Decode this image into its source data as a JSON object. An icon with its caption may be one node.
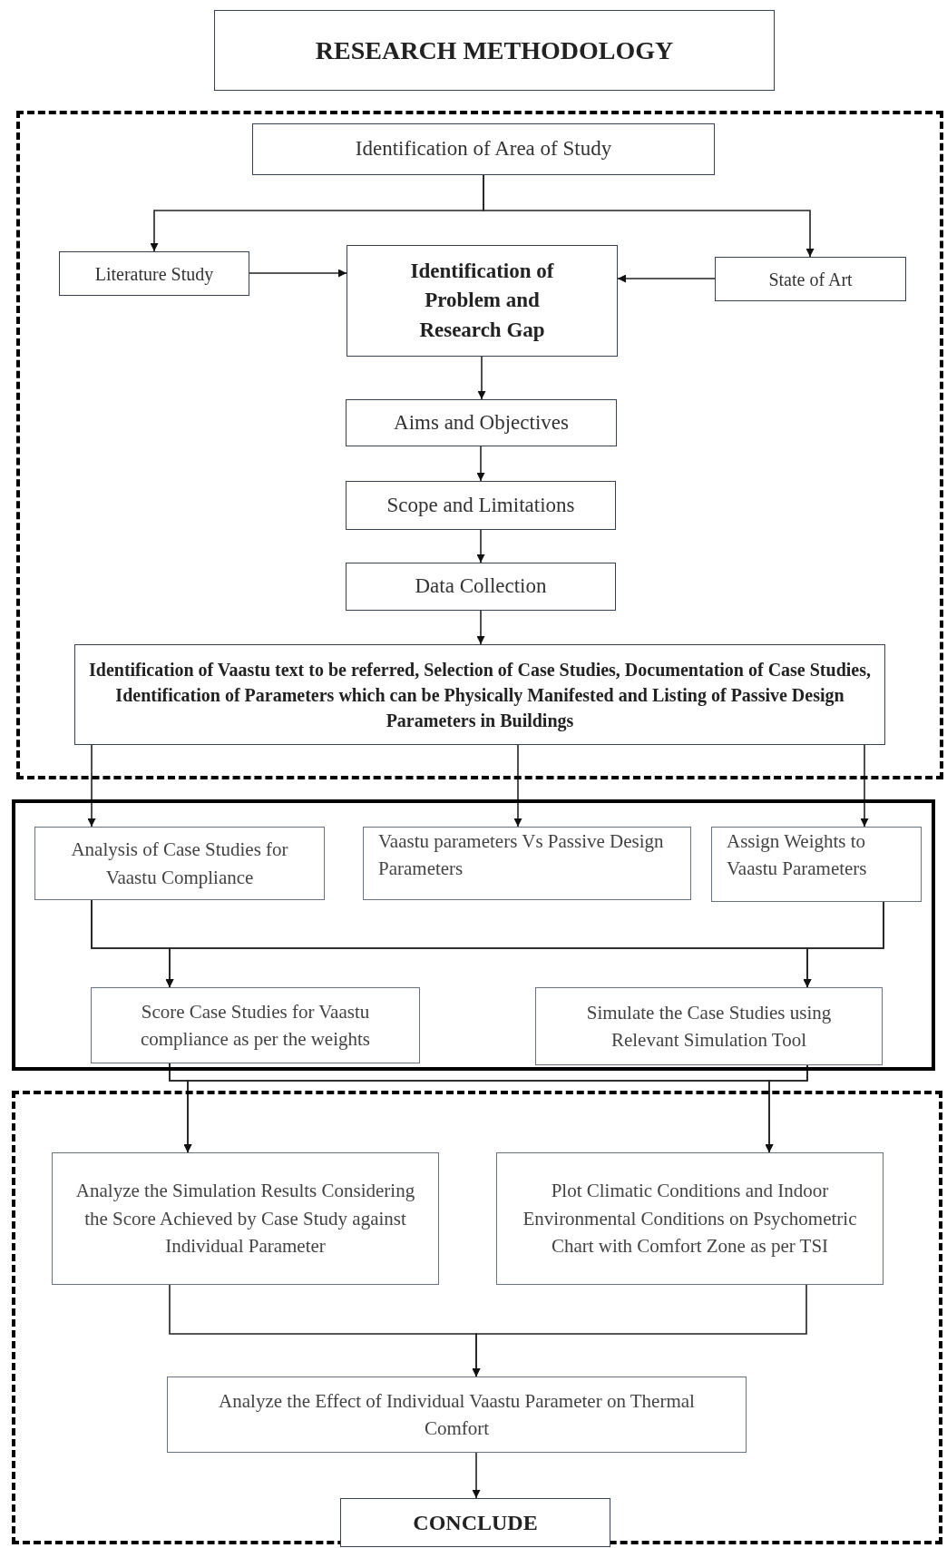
{
  "diagram": {
    "nodes": [
      {
        "text": [
          "RESEARCH METHODOLOGY"
        ]
      },
      {
        "text": [],
        "shape": "box"
      },
      {
        "text": [
          "Identification of Area of Study"
        ],
        "in": 1
      },
      {
        "text": [
          "Literature Study"
        ],
        "in": 1
      },
      {
        "text": [
          "Identification of Problem and Research Gap"
        ],
        "in": 1
      },
      {
        "text": [
          "State of Art"
        ],
        "in": 1
      },
      {
        "text": [
          "Aims and Objectives"
        ],
        "in": 1
      },
      {
        "text": [
          "Scope and Limitations"
        ],
        "in": 1
      },
      {
        "text": [
          "Data Collection"
        ],
        "in": 1
      },
      {
        "text": [
          "Identification of Vaastu text to be referred, Selection of Case Studies, Documentation of Case Studies, Identification of Parameters which can be Physically Manifested and Listing of Passive Design Parameters in Buildings"
        ],
        "in": 1
      },
      {
        "text": [],
        "shape": "box"
      },
      {
        "text": [
          "Analysis of Case Studies for Vaastu Compliance"
        ],
        "in": 10
      },
      {
        "text": [
          "Vaastu parameters Vs Passive Design Parameters"
        ],
        "in": 10
      },
      {
        "text": [
          "Assign Weights to Vaastu Parameters"
        ],
        "in": 10
      },
      {
        "text": [
          "Score Case Studies for Vaastu compliance as per the weights"
        ],
        "in": 10
      },
      {
        "text": [
          "Simulate the Case Studies using Relevant Simulation Tool"
        ],
        "in": 10
      },
      {
        "text": [],
        "shape": "box"
      },
      {
        "text": [
          "Analyze the Simulation Results Considering the Score Achieved by Case Study against Individual Parameter"
        ],
        "in": 16
      },
      {
        "text": [
          "Plot Climatic Conditions and Indoor Environmental Conditions on Psychometric Chart with Comfort Zone as per TSI"
        ],
        "in": 16
      },
      {
        "text": [
          "Analyze the Effect of Individual Vaastu Parameter on Thermal Comfort"
        ],
        "in": 16
      },
      {
        "text": [
          "CONCLUDE"
        ],
        "in": 16
      }
    ],
    "edges": [
      {
        "from": 2,
        "to": 3,
        "arrow": "to"
      },
      {
        "from": 2,
        "to": 5,
        "arrow": "to"
      },
      {
        "from": 3,
        "to": 4,
        "arrow": "to"
      },
      {
        "from": 5,
        "to": 4,
        "arrow": "to"
      },
      {
        "from": 4,
        "to": 6,
        "arrow": "to"
      },
      {
        "from": 6,
        "to": 7,
        "arrow": "to"
      },
      {
        "from": 7,
        "to": 8,
        "arrow": "to"
      },
      {
        "from": 8,
        "to": 9,
        "arrow": "to"
      },
      {
        "from": 9,
        "to": 11,
        "arrow": "to"
      },
      {
        "from": 9,
        "to": 12,
        "arrow": "to"
      },
      {
        "from": 9,
        "to": 13,
        "arrow": "to"
      },
      {
        "from": 11,
        "to": 14,
        "arrow": "to"
      },
      {
        "from": 13,
        "to": 14,
        "arrow": "to"
      },
      {
        "from": 11,
        "to": 15,
        "arrow": "to"
      },
      {
        "from": 13,
        "to": 15,
        "arrow": "to"
      },
      {
        "from": 14,
        "to": 17,
        "arrow": "to"
      },
      {
        "from": 15,
        "to": 17,
        "arrow": "to"
      },
      {
        "from": 14,
        "to": 18,
        "arrow": "to"
      },
      {
        "from": 15,
        "to": 18,
        "arrow": "to"
      },
      {
        "from": 17,
        "to": 19,
        "arrow": "to"
      },
      {
        "from": 18,
        "to": 19,
        "arrow": "to"
      },
      {
        "from": 19,
        "to": 20,
        "arrow": "to"
      }
    ]
  }
}
